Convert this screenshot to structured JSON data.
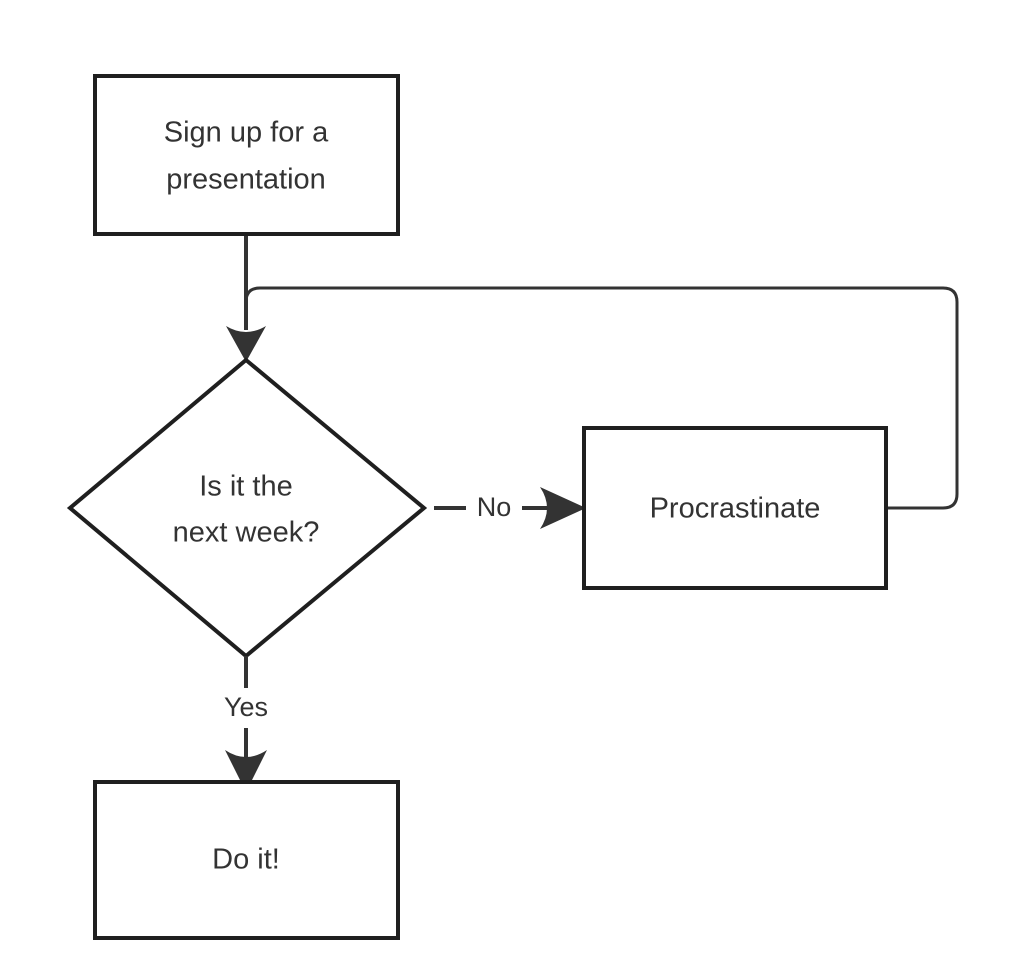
{
  "diagram": {
    "type": "flowchart",
    "title": "",
    "background_color": "#ffffff",
    "stroke_color": "#1f1f1f",
    "edge_color": "#333333",
    "text_color": "#333333",
    "nodes": [
      {
        "id": "signup",
        "shape": "rectangle",
        "label_line1": "Sign up for a",
        "label_line2": "presentation"
      },
      {
        "id": "decision",
        "shape": "diamond",
        "label_line1": "Is it the",
        "label_line2": "next week?"
      },
      {
        "id": "procrastinate",
        "shape": "rectangle",
        "label_line1": "Procrastinate",
        "label_line2": ""
      },
      {
        "id": "doit",
        "shape": "rectangle",
        "label_line1": "Do it!",
        "label_line2": ""
      }
    ],
    "edges": [
      {
        "id": "e1",
        "from": "signup",
        "to": "decision",
        "label": ""
      },
      {
        "id": "e2",
        "from": "decision",
        "to": "procrastinate",
        "label": "No"
      },
      {
        "id": "e3",
        "from": "decision",
        "to": "doit",
        "label": "Yes"
      },
      {
        "id": "e4",
        "from": "procrastinate",
        "to": "decision",
        "label": ""
      }
    ]
  }
}
